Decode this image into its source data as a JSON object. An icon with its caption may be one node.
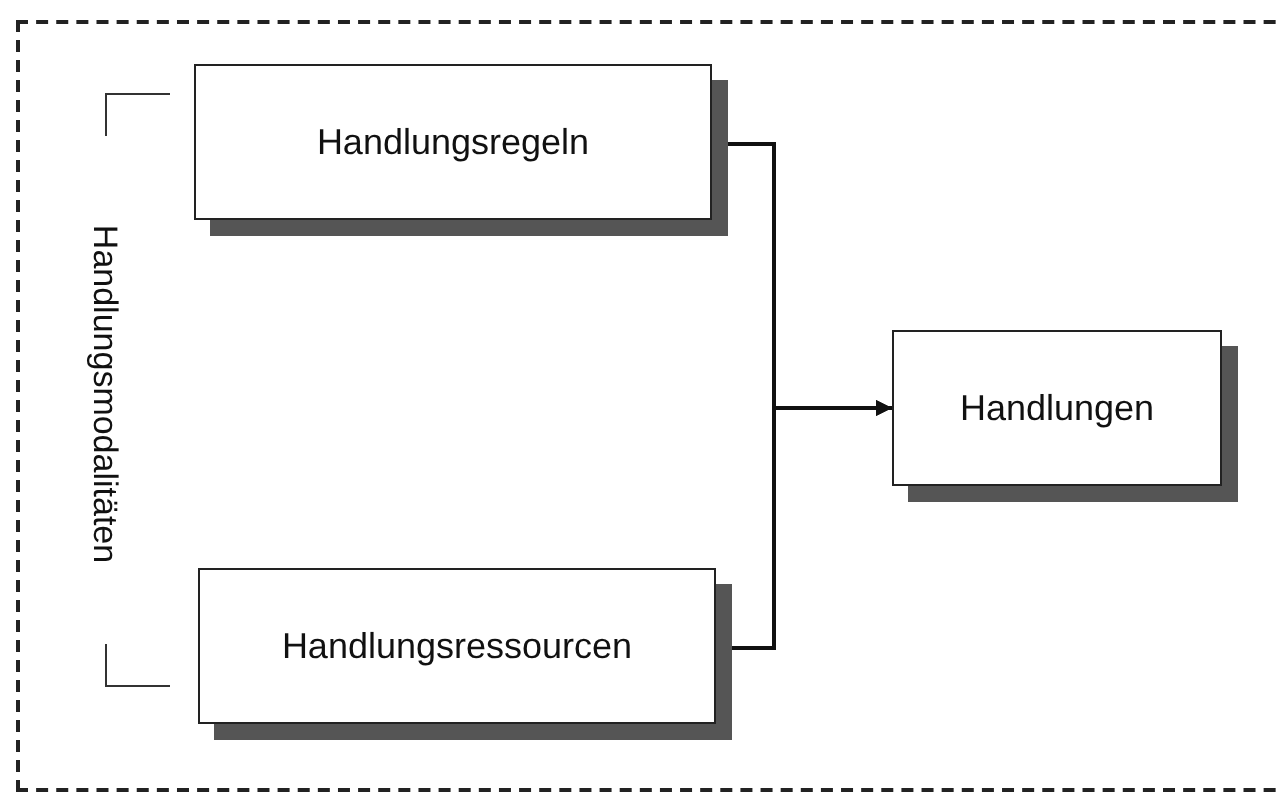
{
  "diagram": {
    "nodes": [
      {
        "text": [
          "Handlungsregeln"
        ]
      },
      {
        "text": [
          "Handlungsressourcen"
        ]
      },
      {
        "text": [
          "Handlungen"
        ]
      }
    ],
    "edges": [
      {
        "from": 0,
        "to": 2,
        "arrow": "to"
      },
      {
        "from": 1,
        "to": 2,
        "arrow": "to"
      }
    ],
    "labels": [
      "Handlungsmodalitäten"
    ]
  }
}
